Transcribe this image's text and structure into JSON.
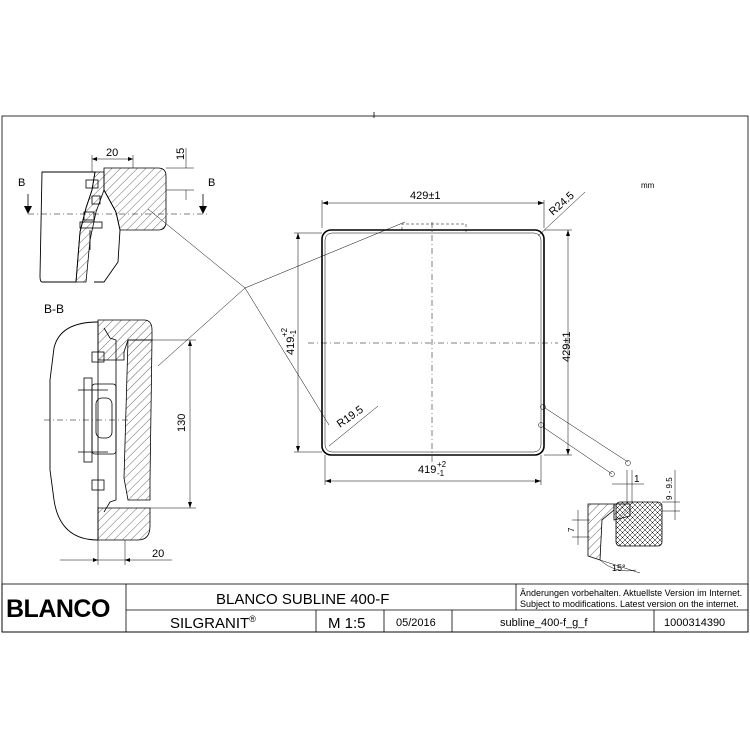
{
  "drawing": {
    "unit": "mm",
    "plan_view": {
      "width_top": "429±1",
      "radius_corner": "R24.5",
      "height_left": "419",
      "height_left_tol_plus": "+2",
      "height_left_tol_minus": "-1",
      "height_right": "429±1",
      "radius_inner": "R19.5",
      "width_bottom": "419",
      "width_bottom_tol_plus": "+2",
      "width_bottom_tol_minus": "-1"
    },
    "detail_top": {
      "dim_width": "20",
      "dim_height": "15",
      "section_label_left": "B",
      "section_label_right": "B"
    },
    "section_bb": {
      "title": "B-B",
      "dim_height": "130",
      "dim_width": "20"
    },
    "detail_edge": {
      "dim_gap": "1",
      "dim_depth": "9 - 9.5",
      "dim_offset": "7",
      "angle": "15°"
    }
  },
  "title_block": {
    "brand": "BLANCO",
    "product": "BLANCO SUBLINE 400-F",
    "material": "SILGRANIT",
    "material_mark": "®",
    "scale": "M 1:5",
    "date": "05/2016",
    "drawing_file": "subline_400-f_g_f",
    "article_number": "1000314390",
    "note_de": "Änderungen vorbehalten. Aktuellste Version im Internet.",
    "note_en": "Subject to modifications. Latest version on the internet."
  }
}
